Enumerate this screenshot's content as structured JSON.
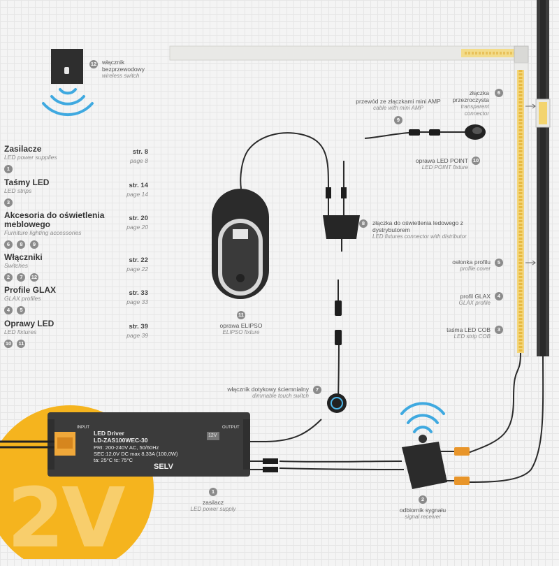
{
  "colors": {
    "accent_yellow": "#f5b41e",
    "badge": "#8b8b8b",
    "wireless": "#3fa9e0",
    "connector_orange": "#e8952a"
  },
  "categories": [
    {
      "title": "Zasilacze",
      "subtitle": "LED power supplies",
      "page_pl": "str. 8",
      "page_en": "page 8",
      "badges": [
        "1"
      ]
    },
    {
      "title": "Taśmy LED",
      "subtitle": "LED strips",
      "page_pl": "str. 14",
      "page_en": "page 14",
      "badges": [
        "3"
      ]
    },
    {
      "title": "Akcesoria do oświetlenia meblowego",
      "subtitle": "Furniture lighting accessories",
      "page_pl": "str. 20",
      "page_en": "page 20",
      "badges": [
        "6",
        "8",
        "9"
      ]
    },
    {
      "title": "Włączniki",
      "subtitle": "Switches",
      "page_pl": "str. 22",
      "page_en": "page 22",
      "badges": [
        "2",
        "7",
        "12"
      ]
    },
    {
      "title": "Profile GLAX",
      "subtitle": "GLAX profiles",
      "page_pl": "str. 33",
      "page_en": "page 33",
      "badges": [
        "4",
        "5"
      ]
    },
    {
      "title": "Oprawy LED",
      "subtitle": "LED fixtures",
      "page_pl": "str. 39",
      "page_en": "page 39",
      "badges": [
        "10",
        "11"
      ]
    }
  ],
  "components": {
    "c1": {
      "num": "1",
      "pl": "zasilacz",
      "en": "LED power supply"
    },
    "c2": {
      "num": "2",
      "pl": "odbiornik sygnału",
      "en": "signal receiver"
    },
    "c3": {
      "num": "3",
      "pl": "taśma LED COB",
      "en": "LED strip COB"
    },
    "c4": {
      "num": "4",
      "pl": "profil GLAX",
      "en": "GLAX profile"
    },
    "c5": {
      "num": "5",
      "pl": "osłonka profilu",
      "en": "profile cover"
    },
    "c6": {
      "num": "6",
      "pl": "złączka przezroczysta",
      "en": "transparent connector"
    },
    "c7": {
      "num": "7",
      "pl": "włącznik dotykowy ściemnialny",
      "en": "dimmable touch switch"
    },
    "c8": {
      "num": "8",
      "pl": "złączka do oświetlenia ledowego z dystrybutorem",
      "en": "LED fixtures connector with distributor"
    },
    "c9": {
      "num": "9",
      "pl": "przewód ze złączkami mini AMP",
      "en": "cable with mini AMP"
    },
    "c10": {
      "num": "10",
      "pl": "oprawa LED POINT",
      "en": "LED POINT fixture"
    },
    "c11": {
      "num": "11",
      "pl": "oprawa ELIPSO",
      "en": "ELIPSO fixture"
    },
    "c12": {
      "num": "12",
      "pl": "włącznik bezprzewodowy",
      "en": "wireless switch"
    }
  },
  "driver": {
    "title": "LED Driver",
    "model": "LD-ZAS100WEC-30",
    "pri": "PRI: 200-240V AC, 50/60Hz",
    "sec": "SEC:12,0V DC max 8,33A (100,0W)",
    "temps": "ta: 25°C    tc: 75°C",
    "input": "INPUT",
    "output": "OUTPUT",
    "voltage": "12V",
    "selv": "SELV"
  },
  "watermark": "2V"
}
